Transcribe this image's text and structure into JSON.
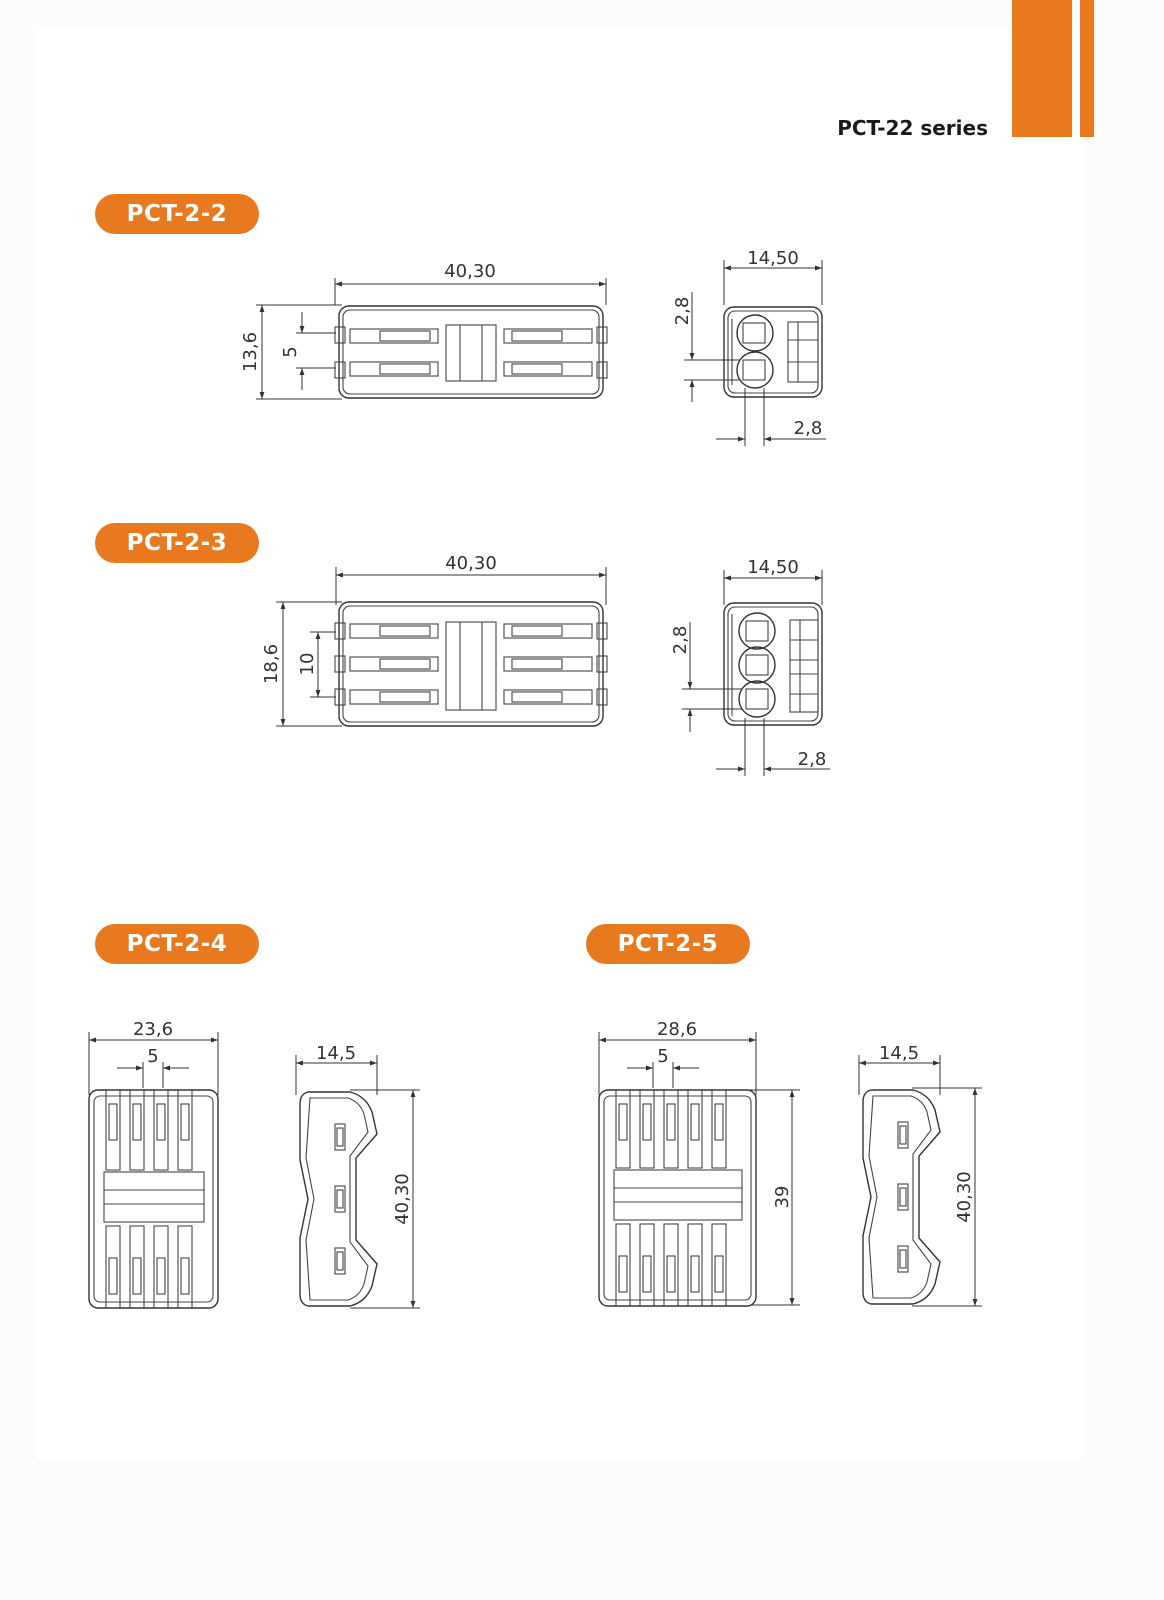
{
  "header": {
    "series_title": "PCT-22 series",
    "accent_color": "#e8791f"
  },
  "models": [
    {
      "name": "PCT-2-2",
      "front": {
        "width": "40,30",
        "height": "13,6",
        "pitch": "5"
      },
      "side": {
        "width": "14,50",
        "hole_v": "2,8",
        "hole_h": "2,8"
      }
    },
    {
      "name": "PCT-2-3",
      "front": {
        "width": "40,30",
        "height": "18,6",
        "pitch": "10"
      },
      "side": {
        "width": "14,50",
        "hole_v": "2,8",
        "hole_h": "2,8"
      }
    },
    {
      "name": "PCT-2-4",
      "front": {
        "width": "23,6",
        "pitch": "5"
      },
      "side": {
        "width": "14,5",
        "height": "40,30"
      }
    },
    {
      "name": "PCT-2-5",
      "front": {
        "width": "28,6",
        "pitch": "5",
        "height": "39"
      },
      "side": {
        "width": "14,5",
        "height": "40,30"
      }
    }
  ]
}
